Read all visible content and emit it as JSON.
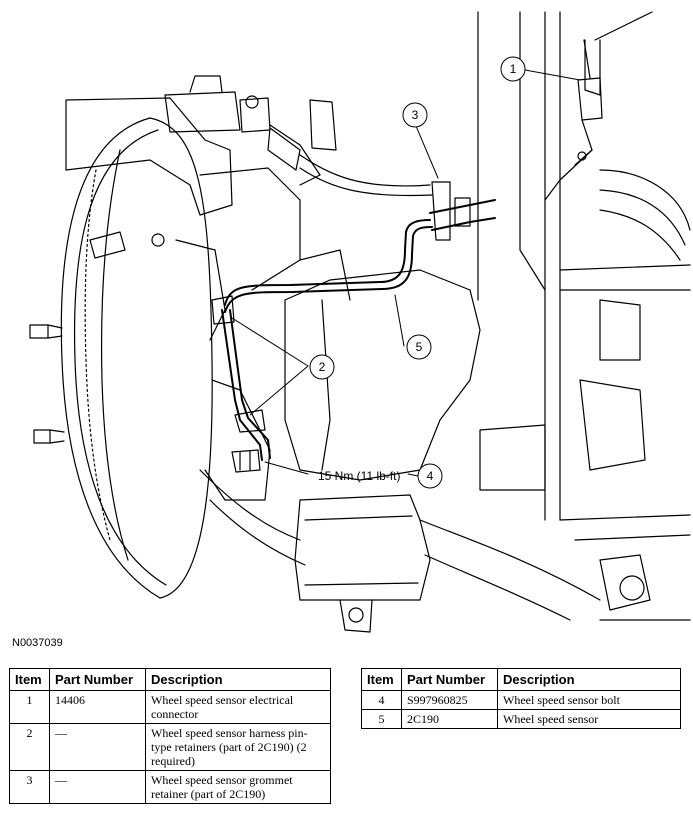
{
  "figure": {
    "id": "N0037039",
    "callouts": [
      {
        "num": "1"
      },
      {
        "num": "2"
      },
      {
        "num": "3"
      },
      {
        "num": "4",
        "note": "15 Nm (11 lb-ft)"
      },
      {
        "num": "5"
      }
    ]
  },
  "tables": {
    "headers": {
      "item": "Item",
      "part_number": "Part Number",
      "description": "Description"
    },
    "left_rows": [
      {
        "item": "1",
        "part_number": "14406",
        "description": "Wheel speed sensor electrical connector"
      },
      {
        "item": "2",
        "part_number": "—",
        "description": "Wheel speed sensor harness pin-type retainers (part of 2C190) (2 required)"
      },
      {
        "item": "3",
        "part_number": "—",
        "description": "Wheel speed sensor grommet retainer (part of 2C190)"
      }
    ],
    "right_rows": [
      {
        "item": "4",
        "part_number": "S997960825",
        "description": "Wheel speed sensor bolt"
      },
      {
        "item": "5",
        "part_number": "2C190",
        "description": "Wheel speed sensor"
      }
    ]
  }
}
